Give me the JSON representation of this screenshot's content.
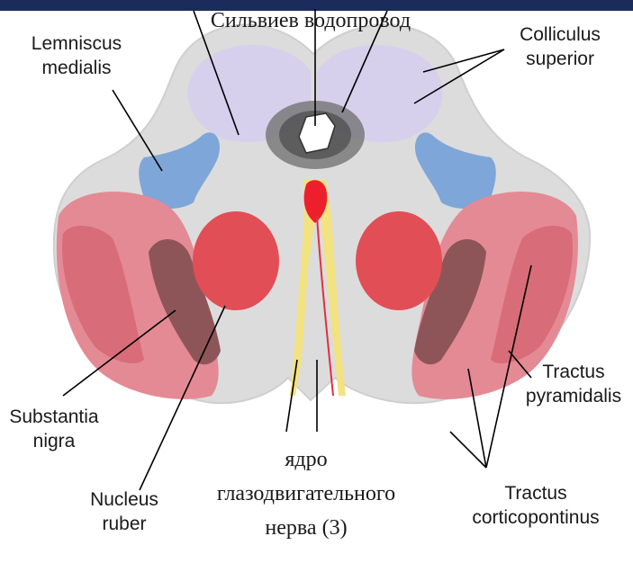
{
  "colors": {
    "top_bar": "#1b2c5c",
    "brainstem_fill": "#dcdcdc",
    "colliculus_fill": "#d6d0ec",
    "lemniscus_fill": "#7ea6d8",
    "peduncle_fill": "#e48a95",
    "nigra_fill": "#8e5558",
    "red_nucleus_fill": "#e24e56",
    "pyramidal_fill": "#d86c78",
    "oculomotor_nucleus_fill": "#ee1f2c",
    "oculomotor_nerve_yellow": "#f2e27a"
  },
  "labels": {
    "aqueduct": "Сильвиев водопровод",
    "lemniscus_line1": "Lemniscus",
    "lemniscus_line2": "medialis",
    "colliculus_line1": "Colliculus",
    "colliculus_line2": "superior",
    "nigra_line1": "Substantia",
    "nigra_line2": "nigra",
    "ruber_line1": "Nucleus",
    "ruber_line2": "ruber",
    "pyramidalis_line1": "Tractus",
    "pyramidalis_line2": "pyramidalis",
    "corticopontinus_line1": "Tractus",
    "corticopontinus_line2": "corticopontinus",
    "oculomotor_line1": "ядро",
    "oculomotor_line2": "глазодвигательного",
    "oculomotor_line3": "нерва (3)"
  }
}
